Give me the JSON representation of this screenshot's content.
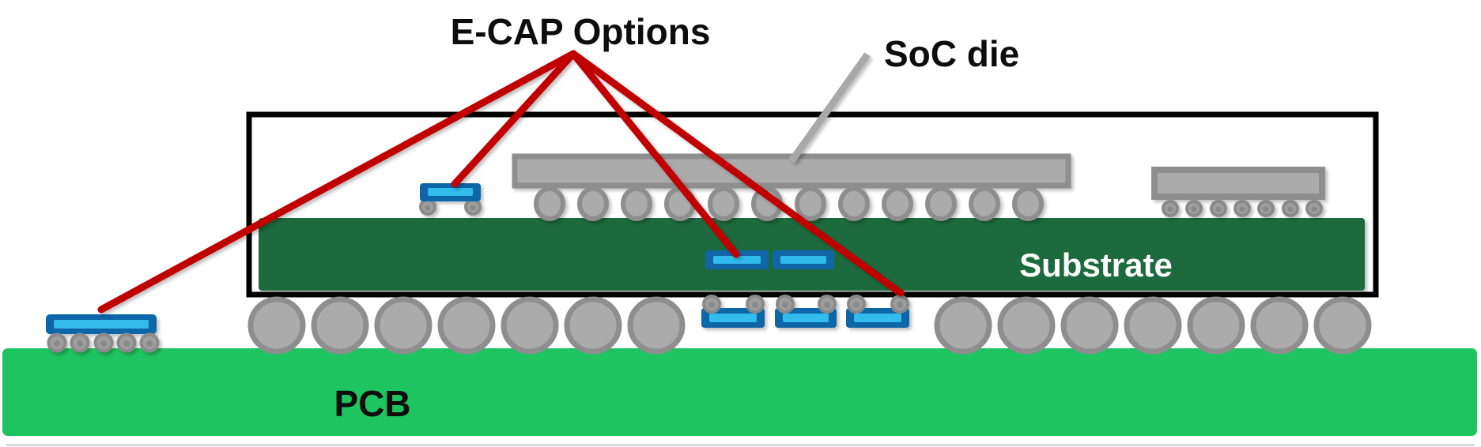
{
  "diagram": {
    "title_annotation": "E-CAP Options",
    "labels": {
      "ecap_options": "E-CAP Options",
      "soc_die": "SoC die",
      "substrate": "Substrate",
      "pcb": "PCB"
    },
    "colors": {
      "pcb_green": "#1EC45F",
      "substrate_green": "#1A6B3E",
      "outline_black": "#000000",
      "annotation_red": "#C00000",
      "pointer_gray": "#A8A8A8",
      "component_gray": "#ABABAB",
      "component_gray_stroke": "#8E8E8E",
      "cap_blue": "#1166A8",
      "cap_cyan": "#31BBEC",
      "label_black": "#0D0D0D",
      "label_white": "#FFFFFF",
      "baseline_gray": "#D9D9D9"
    }
  }
}
